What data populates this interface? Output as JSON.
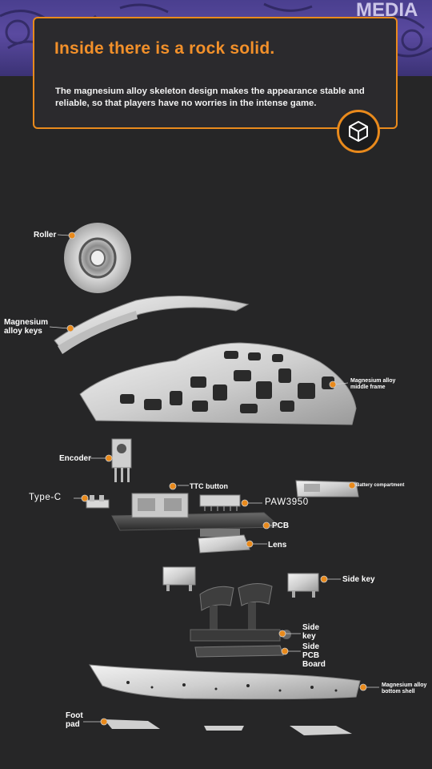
{
  "banner": {
    "title": "Inside there is a rock solid.",
    "description": "The magnesium alloy skeleton design makes the appearance stable and reliable, so that players have no worries in the intense game.",
    "icon": "cube-icon",
    "accent_color": "#e98a1c",
    "title_color": "#f2902a"
  },
  "hero": {
    "watermark_text": "MEDIA"
  },
  "parts": {
    "roller": "Roller",
    "magnesium_keys": "Magnesium alloy keys",
    "middle_frame": "Magnesium alloy middle frame",
    "encoder": "Encoder",
    "ttc_button": "TTC button",
    "battery": "Battery compartment",
    "type_c": "Type-C",
    "sensor": "PAW3950",
    "pcb": "PCB",
    "lens": "Lens",
    "side_key_right": "Side key",
    "side_key_center": "Side key",
    "side_pcb": "Side PCB Board",
    "bottom_shell": "Magnesium alloy bottom shell",
    "foot_pad": "Foot pad"
  },
  "colors": {
    "background": "#262627",
    "marker": "#e98a1c"
  }
}
